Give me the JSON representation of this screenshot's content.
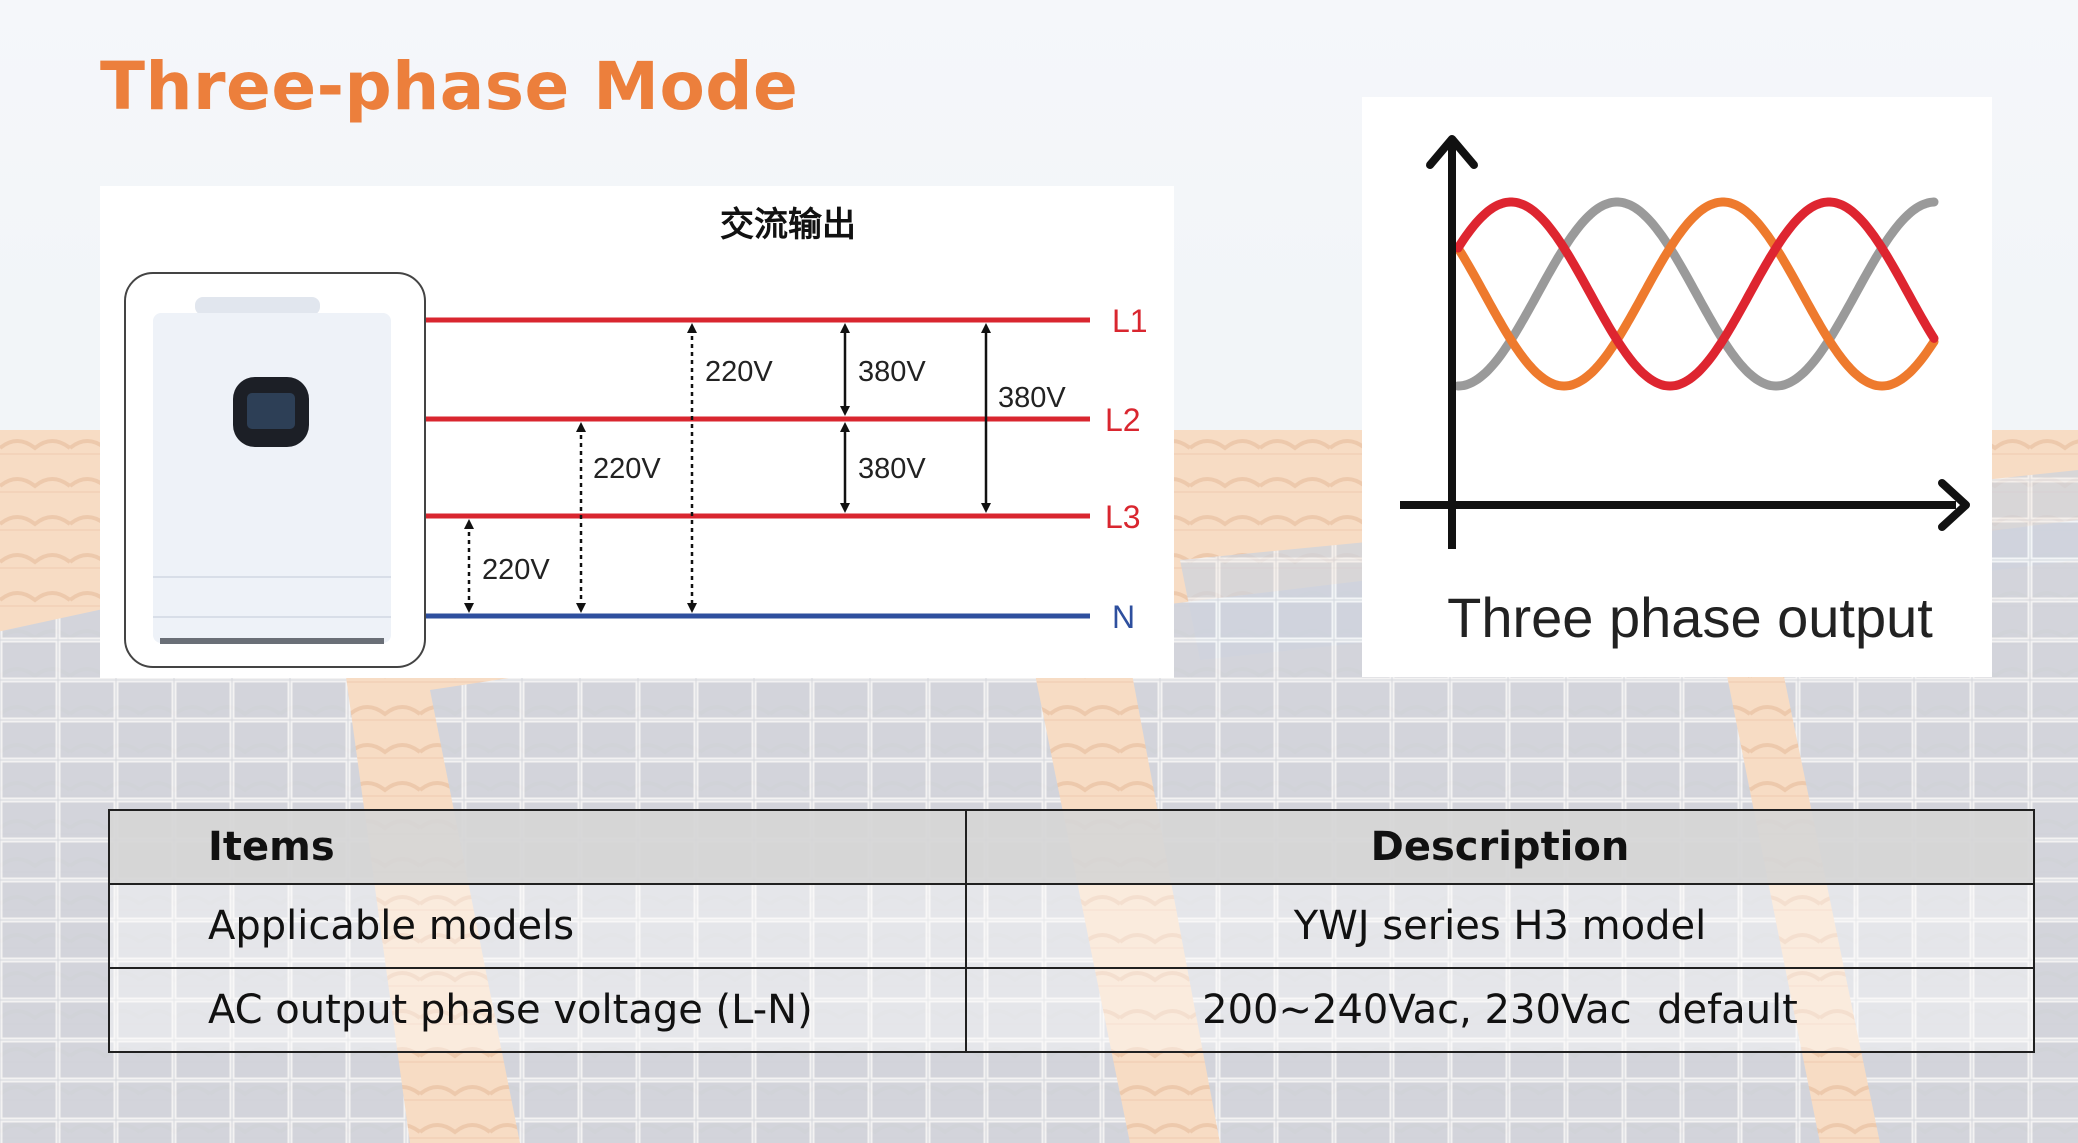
{
  "title": "Three-phase Mode",
  "colors": {
    "title": "#ec7f3c",
    "line_phase": "#d9262f",
    "line_neutral": "#2e4f9e",
    "wave_red": "#de2530",
    "wave_orange": "#ee7a2d",
    "wave_gray": "#9a9a9a"
  },
  "wiring_diagram": {
    "heading": "交流输出",
    "lines": [
      {
        "label": "L1"
      },
      {
        "label": "L2"
      },
      {
        "label": "L3"
      },
      {
        "label": "N"
      }
    ],
    "voltages": {
      "l1_n": "220V",
      "l2_n": "220V",
      "l3_n": "220V",
      "l1_l2": "380V",
      "l2_l3": "380V",
      "l1_l3": "380V"
    },
    "device_icon": "inverter-unit"
  },
  "waveform": {
    "caption": "Three phase output",
    "series_colors": [
      "#de2530",
      "#ee7a2d",
      "#9a9a9a"
    ]
  },
  "spec_table": {
    "headers": [
      "Items",
      "Description"
    ],
    "rows": [
      [
        "Applicable models",
        "YWJ series H3 model"
      ],
      [
        "AC output phase voltage (L-N)",
        "200~240Vac, 230Vac  default"
      ]
    ]
  }
}
